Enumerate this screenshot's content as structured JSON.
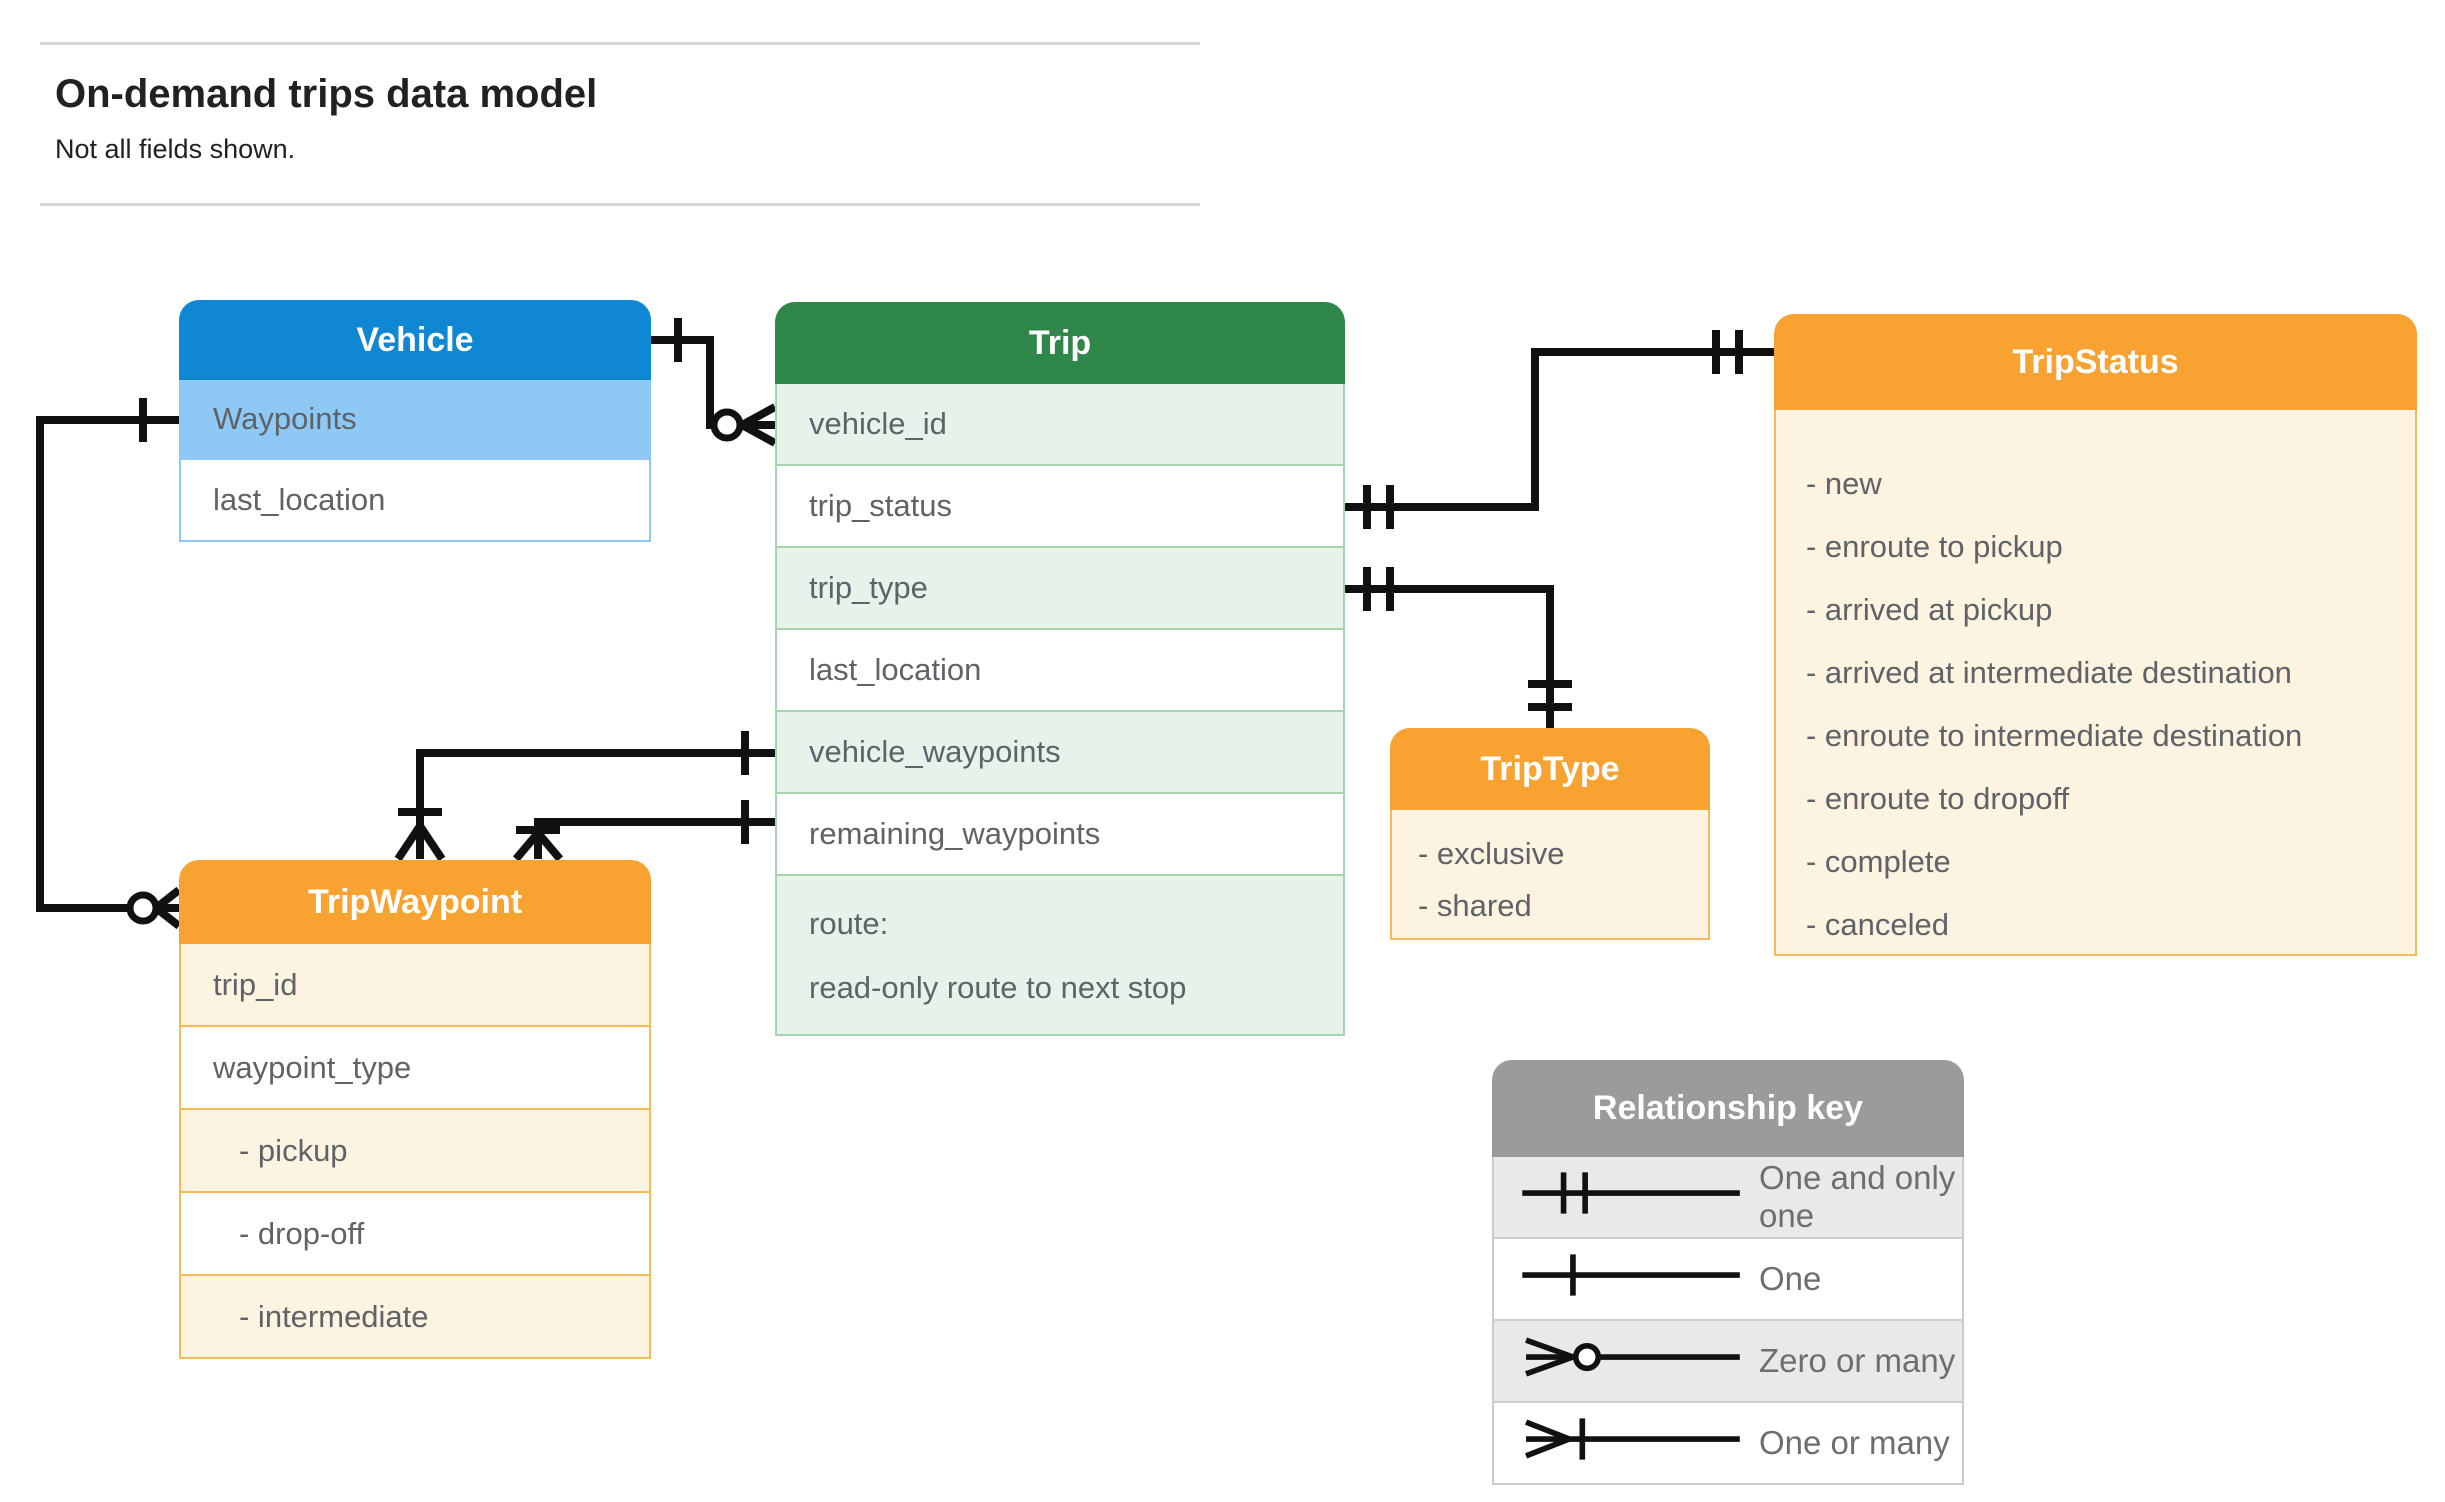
{
  "page": {
    "title": "On-demand trips data model",
    "subtitle": "Not all fields shown."
  },
  "entities": {
    "vehicle": {
      "title": "Vehicle",
      "rows": [
        "Waypoints",
        "last_location"
      ]
    },
    "trip": {
      "title": "Trip",
      "rows": [
        "vehicle_id",
        "trip_status",
        "trip_type",
        "last_location",
        "vehicle_waypoints",
        "remaining_waypoints"
      ],
      "route_row": {
        "line1": "route:",
        "line2": "read-only route to next stop"
      }
    },
    "trip_status": {
      "title": "TripStatus",
      "values": [
        "- new",
        "- enroute to pickup",
        "- arrived at pickup",
        "- arrived at intermediate destination",
        "- enroute to intermediate destination",
        "- enroute to dropoff",
        "- complete",
        "- canceled"
      ]
    },
    "trip_waypoint": {
      "title": "TripWaypoint",
      "rows": [
        "trip_id",
        "waypoint_type",
        "- pickup",
        "- drop-off",
        "- intermediate"
      ]
    },
    "trip_type": {
      "title": "TripType",
      "values": [
        "- exclusive",
        "- shared"
      ]
    }
  },
  "legend": {
    "title": "Relationship key",
    "items": [
      {
        "symbol": "one-and-only-one",
        "label": "One and only one"
      },
      {
        "symbol": "one",
        "label": "One"
      },
      {
        "symbol": "zero-or-many",
        "label": "Zero or many"
      },
      {
        "symbol": "one-or-many",
        "label": "One or many"
      }
    ]
  },
  "relationships": [
    {
      "from": "Vehicle",
      "from_cardinality": "one",
      "to": "Trip.vehicle_id",
      "to_cardinality": "zero-or-many"
    },
    {
      "from": "Vehicle.Waypoints",
      "from_cardinality": "one",
      "to": "TripWaypoint",
      "to_cardinality": "zero-or-many"
    },
    {
      "from": "Trip.trip_status",
      "from_cardinality": "one-and-only-one",
      "to": "TripStatus",
      "to_cardinality": "one-and-only-one"
    },
    {
      "from": "Trip.trip_type",
      "from_cardinality": "one-and-only-one",
      "to": "TripType",
      "to_cardinality": "one-and-only-one"
    },
    {
      "from": "Trip.vehicle_waypoints",
      "from_cardinality": "one",
      "to": "TripWaypoint",
      "to_cardinality": "one-or-many"
    },
    {
      "from": "Trip.remaining_waypoints",
      "from_cardinality": "one",
      "to": "TripWaypoint",
      "to_cardinality": "one-or-many"
    }
  ],
  "colors": {
    "blue": "#0f87d2",
    "blue-light": "#8dc9f4",
    "blue-border": "#8dc9f4",
    "green": "#2e8649",
    "green-light": "#e7f2ea",
    "green-border": "#a9d4b0",
    "orange": "#f7a231",
    "cream": "#fdf3e1",
    "orange-border": "#f6bb54",
    "gray": "#9b9b9b",
    "gray-light": "#e9e9e9",
    "text": "#5f6368",
    "line": "#111111"
  }
}
